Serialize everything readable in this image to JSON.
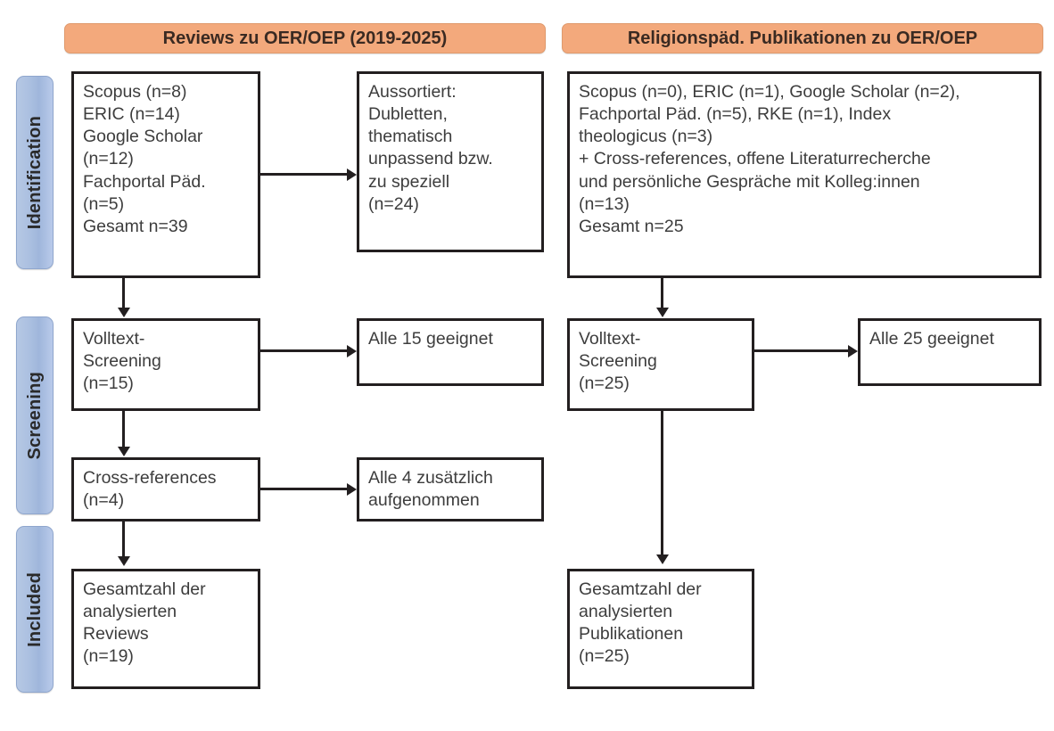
{
  "rails": [
    {
      "label": "Identification"
    },
    {
      "label": "Screening"
    },
    {
      "label": "Included"
    }
  ],
  "columns": {
    "left": {
      "header": "Reviews zu OER/OEP (2019-2025)"
    },
    "right": {
      "header": "Religionspäd. Publikationen zu OER/OEP"
    }
  },
  "boxes": {
    "left_identification": "Scopus (n=8)\nERIC (n=14)\nGoogle Scholar\n(n=12)\nFachportal Päd.\n(n=5)\nGesamt n=39",
    "left_excluded": "Aussortiert:\nDubletten,\nthematisch\nunpassend bzw.\nzu speziell\n(n=24)",
    "left_screening": "Volltext-\nScreening\n(n=15)",
    "left_screening_result": "Alle 15 geeignet",
    "left_crossrefs": "Cross-references\n(n=4)",
    "left_crossrefs_result": "Alle 4 zusätzlich\naufgenommen",
    "left_included": "Gesamtzahl der\nanalysierten\nReviews\n(n=19)",
    "right_identification": "Scopus (n=0), ERIC (n=1), Google Scholar (n=2),\nFachportal Päd. (n=5), RKE (n=1), Index\ntheologicus (n=3)\n+ Cross-references, offene Literaturrecherche\nund persönliche Gespräche mit Kolleg:innen\n(n=13)\nGesamt n=25",
    "right_screening": "Volltext-\nScreening\n(n=25)",
    "right_screening_result": "Alle 25 geeignet",
    "right_included": "Gesamtzahl der\nanalysierten\nPublikationen\n(n=25)"
  },
  "colors": {
    "rail": "#aabfe0",
    "header": "#f3a97c",
    "box_border": "#231f20",
    "text": "#3d3d3d",
    "background": "#ffffff"
  },
  "chart_data": {
    "type": "diagram",
    "title": "PRISMA-Flussdiagramm",
    "columns": [
      "Reviews zu OER/OEP (2019-2025)",
      "Religionspäd. Publikationen zu OER/OEP"
    ],
    "stages": [
      "Identification",
      "Screening",
      "Included"
    ],
    "left_column": {
      "sources": [
        {
          "name": "Scopus",
          "n": 8
        },
        {
          "name": "ERIC",
          "n": 14
        },
        {
          "name": "Google Scholar",
          "n": 12
        },
        {
          "name": "Fachportal Päd.",
          "n": 5
        }
      ],
      "total_identified": 39,
      "excluded": {
        "reason": "Aussortiert: Dubletten, thematisch unpassend bzw. zu speziell",
        "n": 24
      },
      "fulltext_screening": 15,
      "fulltext_eligible": 15,
      "cross_references": 4,
      "cross_references_added": 4,
      "included_total": 19
    },
    "right_column": {
      "sources": [
        {
          "name": "Scopus",
          "n": 0
        },
        {
          "name": "ERIC",
          "n": 1
        },
        {
          "name": "Google Scholar",
          "n": 2
        },
        {
          "name": "Fachportal Päd.",
          "n": 5
        },
        {
          "name": "RKE",
          "n": 1
        },
        {
          "name": "Index theologicus",
          "n": 3
        },
        {
          "name": "Cross-references, offene Literaturrecherche und persönliche Gespräche mit Kolleg:innen",
          "n": 13
        }
      ],
      "total_identified": 25,
      "fulltext_screening": 25,
      "fulltext_eligible": 25,
      "included_total": 25
    }
  }
}
